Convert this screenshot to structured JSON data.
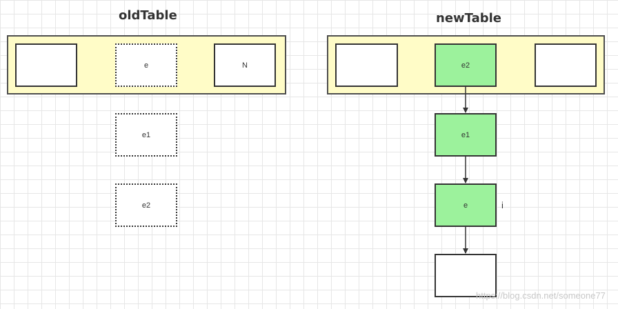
{
  "old_table": {
    "title": "oldTable",
    "slots": [
      "",
      "e",
      "N"
    ],
    "chain": [
      "e1",
      "e2"
    ]
  },
  "new_table": {
    "title": "newTable",
    "slots": [
      "",
      "e2",
      ""
    ],
    "chain": [
      "e1",
      "e",
      ""
    ],
    "side_label": "i"
  },
  "colors": {
    "table_fill": "#fffcc7",
    "node_green": "#9cf29c",
    "stroke": "#333333"
  },
  "watermark": "https://blog.csdn.net/someone77"
}
